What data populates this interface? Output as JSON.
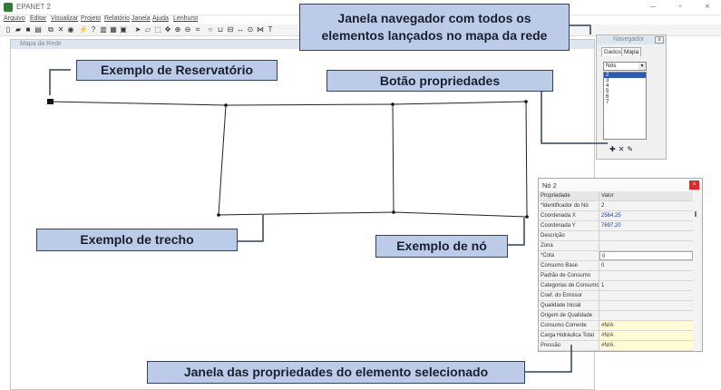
{
  "window": {
    "title": "EPANET 2",
    "controls": [
      "–",
      "▫",
      "×"
    ]
  },
  "menu": [
    "Arquivo",
    "Editar",
    "Visualizar",
    "Projeto",
    "Relatório",
    "Janela",
    "Ajuda",
    "Lenhurst"
  ],
  "map_window": {
    "title": "Mapa da Rede"
  },
  "browser": {
    "title": "Navegador",
    "tabs": [
      "Dados",
      "Mapa"
    ],
    "category": "Nós",
    "items": [
      "2",
      "3",
      "4",
      "5",
      "6",
      "7"
    ],
    "selected": "2"
  },
  "properties": {
    "title": "Nó 2",
    "close_glyph": "×",
    "header": {
      "key": "Propriedade",
      "value": "Valor"
    },
    "rows": [
      {
        "key": "*Identificador do Nó",
        "value": "2"
      },
      {
        "key": "Coordenada X",
        "value": "2564.25"
      },
      {
        "key": "Coordenada Y",
        "value": "7697.20"
      },
      {
        "key": "Descrição",
        "value": ""
      },
      {
        "key": "Zona",
        "value": ""
      },
      {
        "key": "*Cota",
        "value": "0"
      },
      {
        "key": "Consumo Base",
        "value": "0"
      },
      {
        "key": "Padrão de Consumo",
        "value": ""
      },
      {
        "key": "Categorias de Consumo",
        "value": "1"
      },
      {
        "key": "Coef. do Emissor",
        "value": ""
      },
      {
        "key": "Qualidade Inicial",
        "value": ""
      },
      {
        "key": "Origem de Qualidade",
        "value": ""
      },
      {
        "key": "Consumo Corrente",
        "value": "#N/A"
      },
      {
        "key": "Carga Hidráulica Total",
        "value": "#N/A"
      },
      {
        "key": "Pressão",
        "value": "#N/A"
      }
    ]
  },
  "callouts": {
    "navegador": [
      "Janela navegador com todos os",
      "elementos lançados no mapa da rede"
    ],
    "reservatorio": "Exemplo de Reservatório",
    "botao": "Botão propriedades",
    "trecho": "Exemplo de trecho",
    "no": "Exemplo de nó",
    "propriedades": "Janela das propriedades do elemento selecionado"
  }
}
